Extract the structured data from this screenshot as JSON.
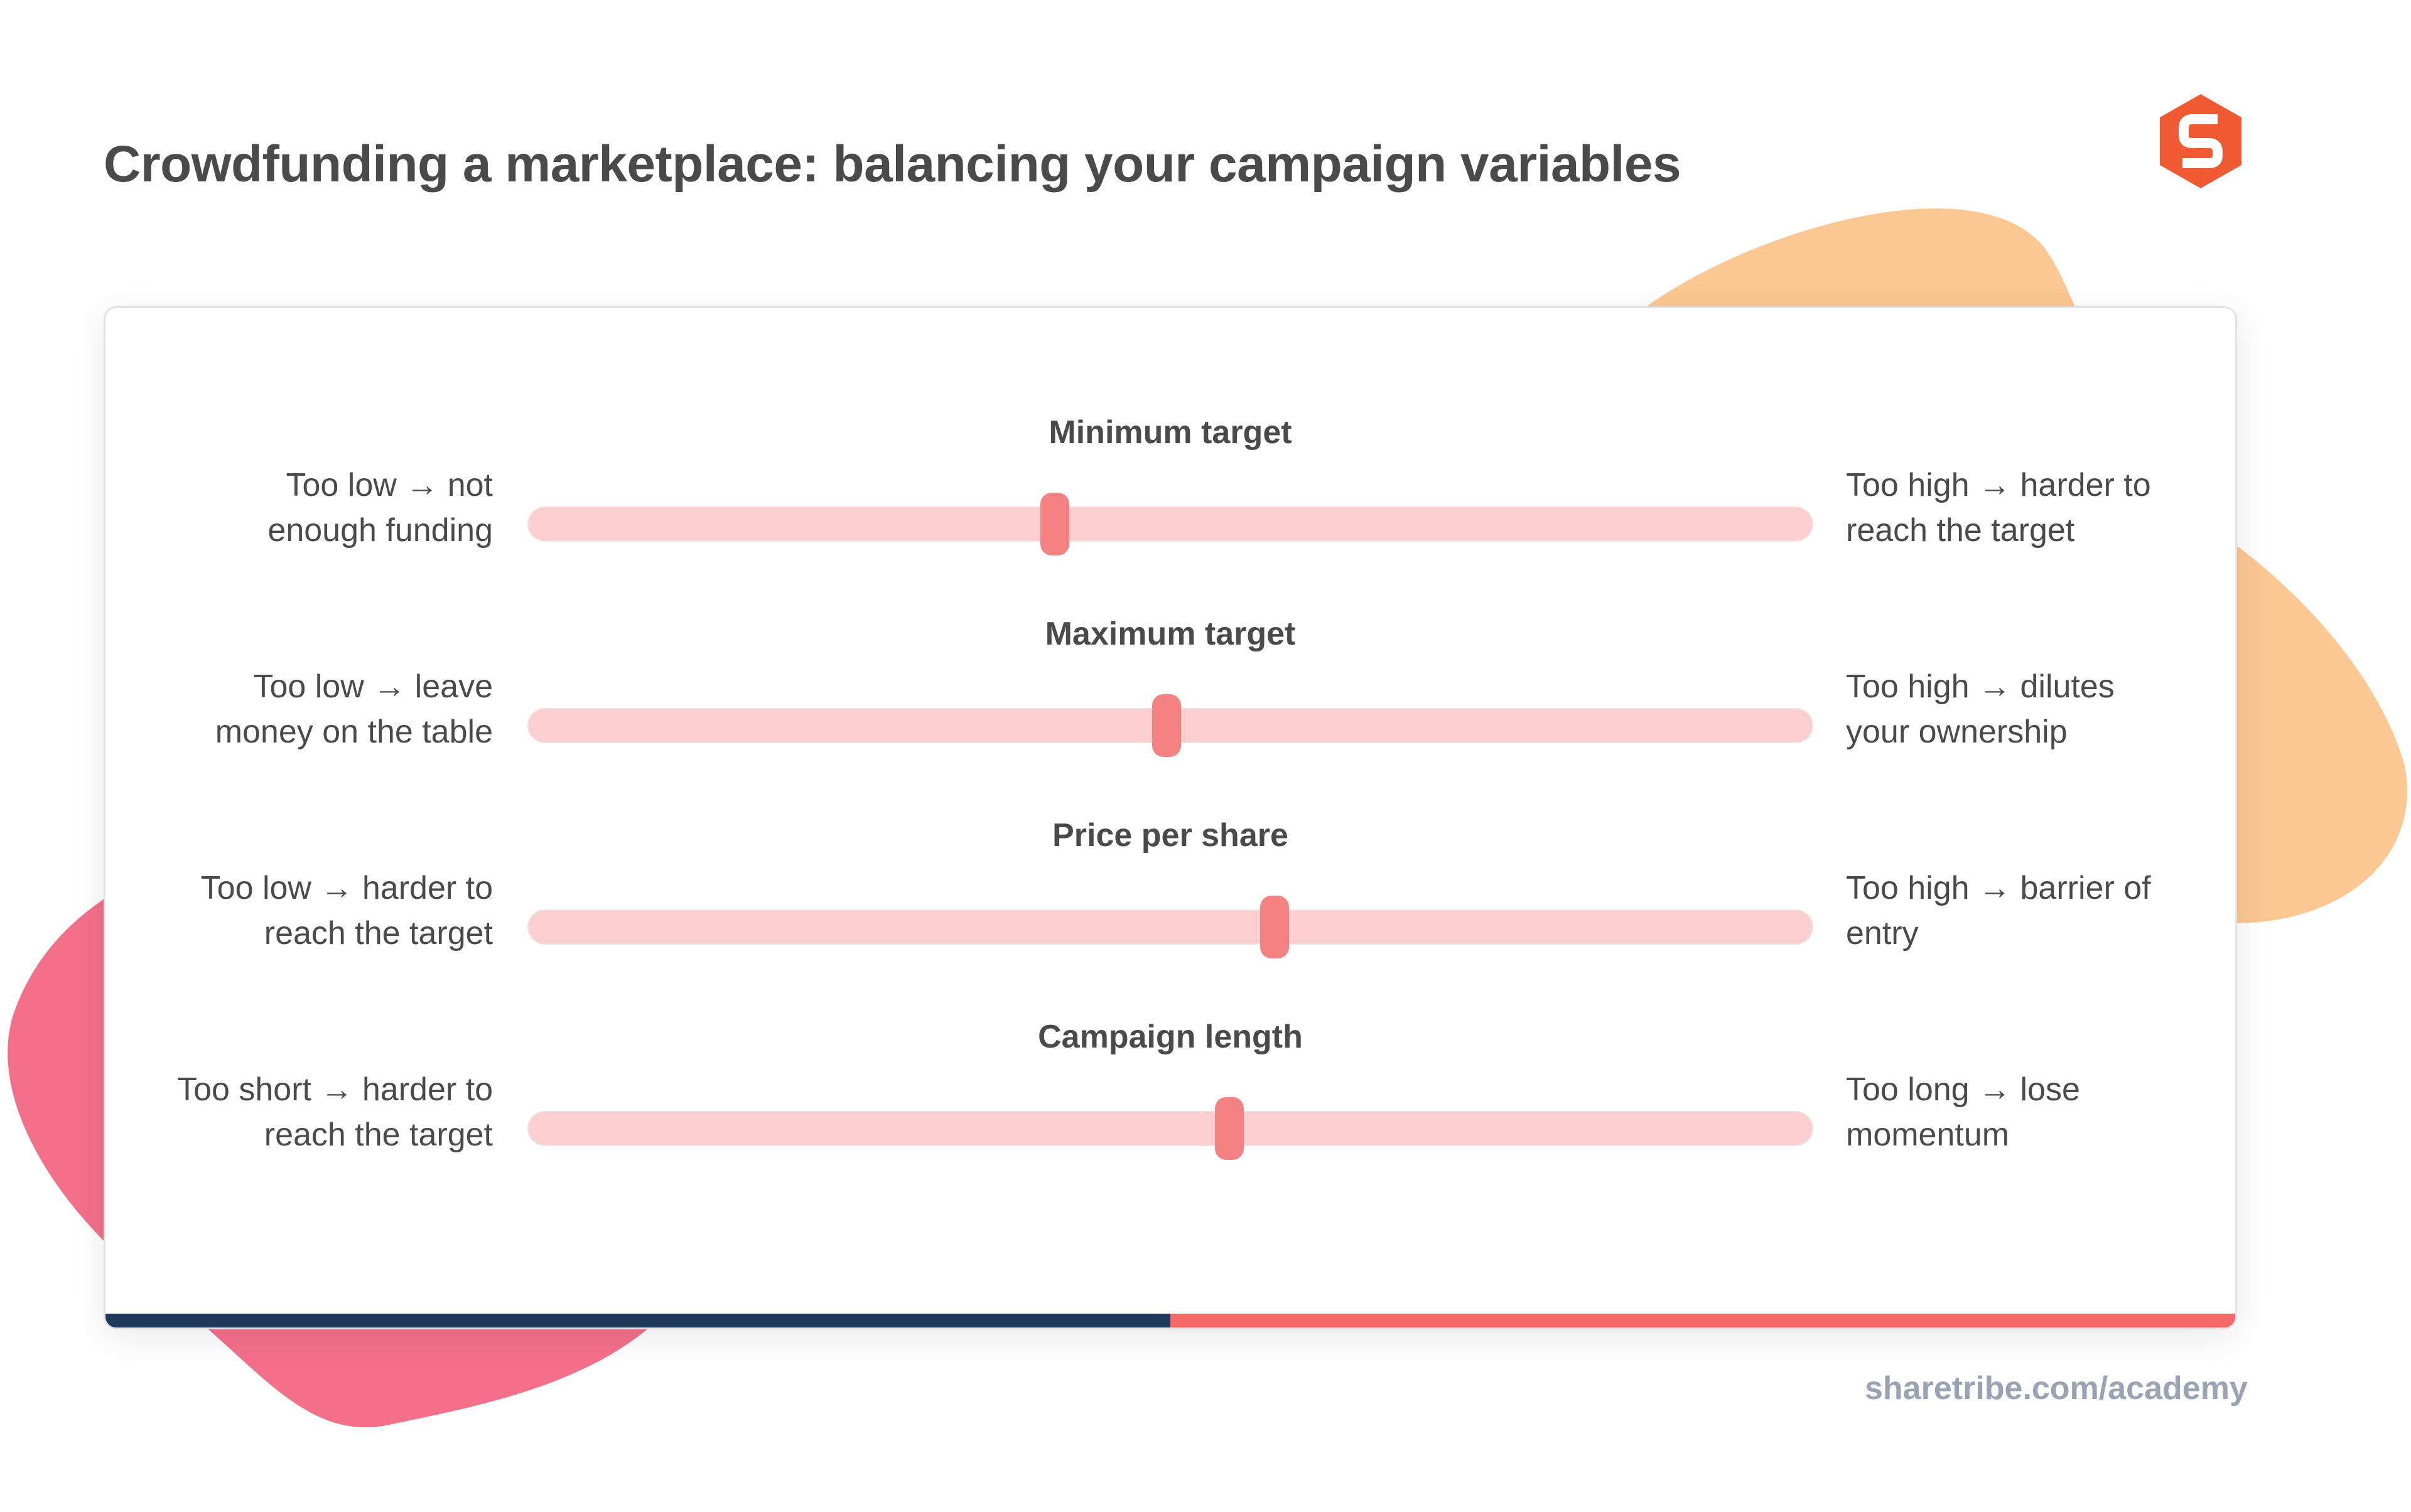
{
  "title": "Crowdfunding a marketplace: balancing your campaign variables",
  "source": "sharetribe.com/academy",
  "colors": {
    "track": "#fbcfcf",
    "thumb": "#f48282",
    "footer_left": "#1f3a5a",
    "footer_right": "#f46868",
    "blob_orange": "#fbc894",
    "blob_pink": "#f46f8a",
    "logo": "#f05a33"
  },
  "icons": {
    "logo": "sharetribe-logo-icon"
  },
  "variables": [
    {
      "name": "Minimum target",
      "low_line1": "Too low → not",
      "low_line2": "enough funding",
      "high_line1": "Too high → harder to",
      "high_line2": "reach the target",
      "level": 0.41
    },
    {
      "name": "Maximum target",
      "low_line1": "Too low → leave",
      "low_line2": "money on the table",
      "high_line1": "Too high → dilutes",
      "high_line2": "your ownership",
      "level": 0.497
    },
    {
      "name": "Price per share",
      "low_line1": "Too low → harder to",
      "low_line2": "reach the target",
      "high_line1": "Too high → barrier of",
      "high_line2": "entry",
      "level": 0.581
    },
    {
      "name": "Campaign length",
      "low_line1": "Too short → harder to",
      "low_line2": "reach the target",
      "high_line1": "Too long → lose",
      "high_line2": "momentum",
      "level": 0.546
    }
  ]
}
